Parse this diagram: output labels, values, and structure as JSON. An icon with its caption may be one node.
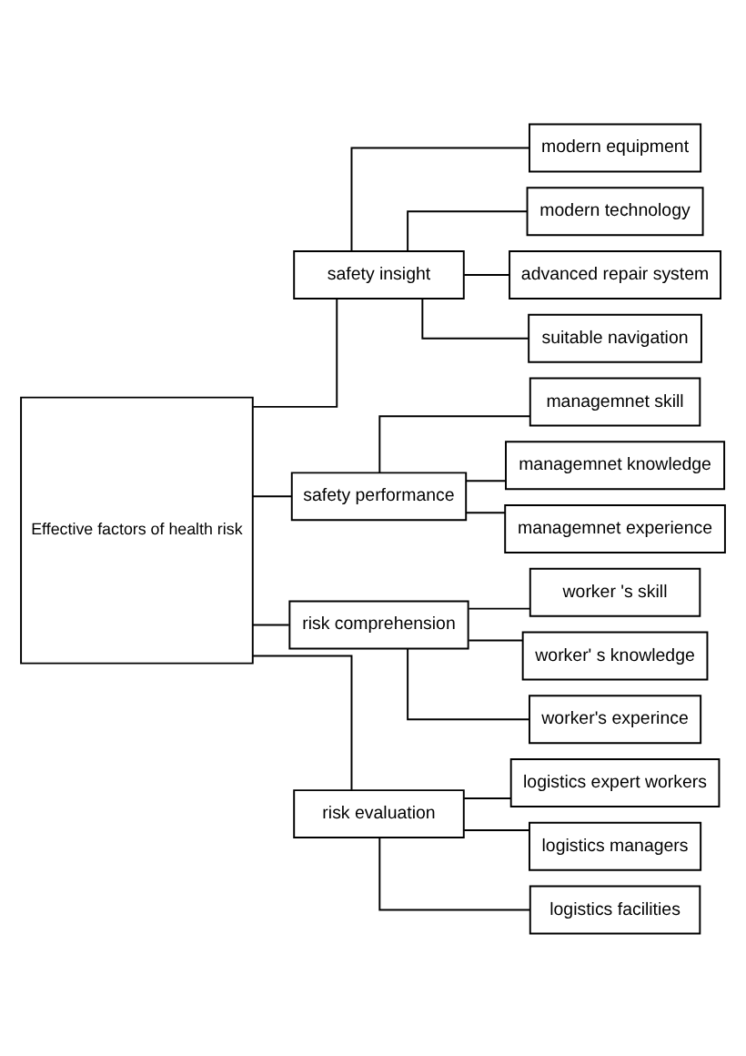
{
  "diagram": {
    "nodes": [
      {
        "text": [
          "Effective factors of health risk"
        ]
      },
      {
        "text": [
          "safety insight"
        ]
      },
      {
        "text": [
          "modern equipment"
        ]
      },
      {
        "text": [
          "modern technology"
        ]
      },
      {
        "text": [
          "advanced repair system"
        ]
      },
      {
        "text": [
          "suitable navigation"
        ]
      },
      {
        "text": [
          "safety performance"
        ]
      },
      {
        "text": [
          "managemnet skill"
        ]
      },
      {
        "text": [
          "managemnet knowledge"
        ]
      },
      {
        "text": [
          "managemnet experience"
        ]
      },
      {
        "text": [
          "risk comprehension"
        ]
      },
      {
        "text": [
          "worker 's skill"
        ]
      },
      {
        "text": [
          "worker' s knowledge"
        ]
      },
      {
        "text": [
          "worker's experince"
        ]
      },
      {
        "text": [
          "risk evaluation"
        ]
      },
      {
        "text": [
          "logistics expert workers"
        ]
      },
      {
        "text": [
          "logistics managers"
        ]
      },
      {
        "text": [
          "logistics facilities"
        ]
      }
    ],
    "edges": [
      {
        "from": 0,
        "to": 1,
        "arrow": "none"
      },
      {
        "from": 0,
        "to": 6,
        "arrow": "none"
      },
      {
        "from": 0,
        "to": 10,
        "arrow": "none"
      },
      {
        "from": 0,
        "to": 14,
        "arrow": "none"
      },
      {
        "from": 1,
        "to": 2,
        "arrow": "none"
      },
      {
        "from": 1,
        "to": 3,
        "arrow": "none"
      },
      {
        "from": 1,
        "to": 4,
        "arrow": "none"
      },
      {
        "from": 1,
        "to": 5,
        "arrow": "none"
      },
      {
        "from": 6,
        "to": 7,
        "arrow": "none"
      },
      {
        "from": 6,
        "to": 8,
        "arrow": "none"
      },
      {
        "from": 6,
        "to": 9,
        "arrow": "none"
      },
      {
        "from": 10,
        "to": 11,
        "arrow": "none"
      },
      {
        "from": 10,
        "to": 12,
        "arrow": "none"
      },
      {
        "from": 10,
        "to": 13,
        "arrow": "none"
      },
      {
        "from": 14,
        "to": 15,
        "arrow": "none"
      },
      {
        "from": 14,
        "to": 16,
        "arrow": "none"
      },
      {
        "from": 14,
        "to": 17,
        "arrow": "none"
      }
    ]
  }
}
